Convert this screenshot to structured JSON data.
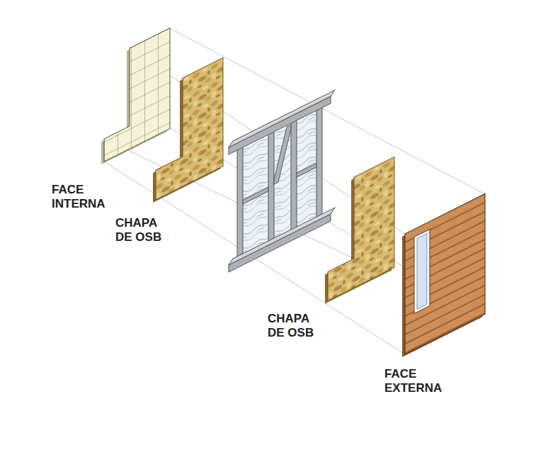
{
  "diagram": {
    "labels": [
      "FACE INTERNA",
      "CHAPA DE OSB",
      "CHAPA DE OSB",
      "FACE EXTERNA"
    ]
  }
}
